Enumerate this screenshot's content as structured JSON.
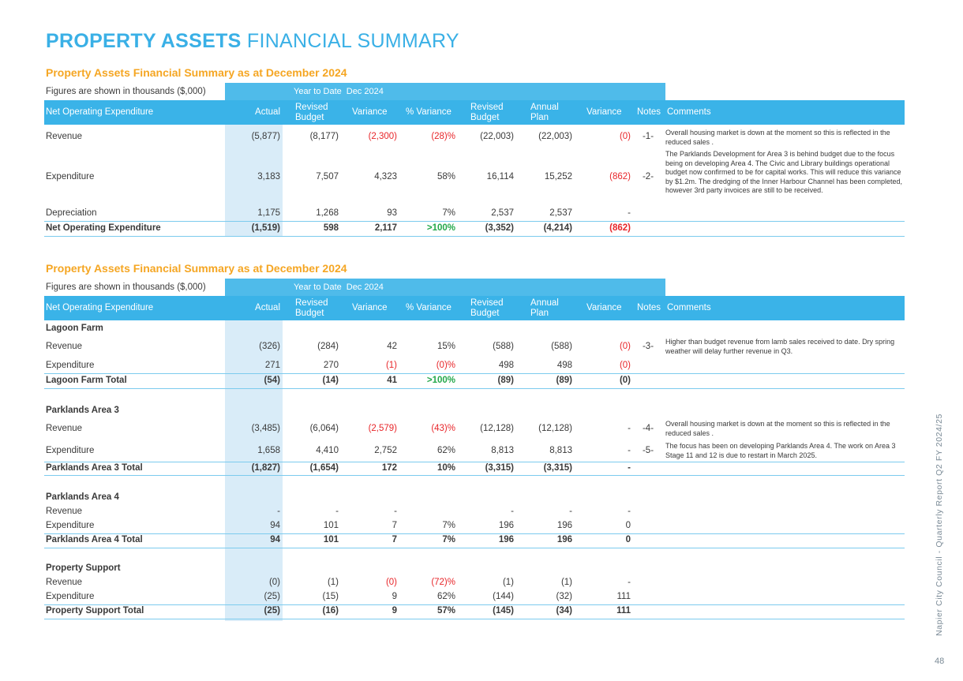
{
  "page": {
    "title_bold": "PROPERTY ASSETS",
    "title_light": " FINANCIAL SUMMARY",
    "side_text": "Napier City Council - Quarterly Report Q2 FY 2024/25",
    "page_number": "48",
    "colors": {
      "accent": "#3ab3e8",
      "orange": "#f5a623",
      "red": "#e8262a",
      "green": "#24a84a"
    }
  },
  "table1": {
    "title": "Property Assets Financial Summary as at December 2024",
    "figures_note": "Figures are shown in thousands ($,000)",
    "ytd_label": "Year to Date",
    "ytd_period": "Dec 2024",
    "headers": {
      "label": "Net Operating Expenditure",
      "actual": "Actual",
      "revised_budget": "Revised Budget",
      "variance": "Variance",
      "pct_variance": "% Variance",
      "revised_budget2": "Revised Budget",
      "annual_plan": "Annual Plan",
      "variance2": "Variance",
      "notes": "Notes",
      "comments": "Comments"
    },
    "rows": [
      {
        "label": "Revenue",
        "actual": "(5,877)",
        "rb": "(8,177)",
        "var": "(2,300)",
        "pct": "(28)%",
        "rb2": "(22,003)",
        "ap": "(22,003)",
        "var2": "(0)",
        "note": "-1-",
        "comment": "Overall housing market is down at the moment so this is reflected in the reduced sales ."
      },
      {
        "label": "Expenditure",
        "actual": "3,183",
        "rb": "7,507",
        "var": "4,323",
        "pct": "58%",
        "rb2": "16,114",
        "ap": "15,252",
        "var2": "(862)",
        "note": "-2-",
        "comment": "The Parklands Development for Area 3 is behind budget due to the focus being on developing Area 4. The Civic and Library buildings operational budget now confirmed to be for capital works. This will reduce this variance by $1.2m. The dredging of the Inner Harbour Channel has been completed, however 3rd party invoices are still to be received."
      },
      {
        "label": "Depreciation",
        "actual": "1,175",
        "rb": "1,268",
        "var": "93",
        "pct": "7%",
        "rb2": "2,537",
        "ap": "2,537",
        "var2": "-",
        "note": "",
        "comment": ""
      },
      {
        "label": "Net Operating Expenditure",
        "actual": "(1,519)",
        "rb": "598",
        "var": "2,117",
        "pct": ">100%",
        "rb2": "(3,352)",
        "ap": "(4,214)",
        "var2": "(862)",
        "note": "",
        "comment": ""
      }
    ]
  },
  "table2": {
    "title": "Property Assets Financial Summary as at December 2024",
    "figures_note": "Figures are shown in thousands ($,000)",
    "ytd_label": "Year to Date",
    "ytd_period": "Dec 2024",
    "headers": {
      "label": "Net Operating Expenditure",
      "actual": "Actual",
      "revised_budget": "Revised Budget",
      "variance": "Variance",
      "pct_variance": "% Variance",
      "revised_budget2": "Revised Budget",
      "annual_plan": "Annual Plan",
      "variance2": "Variance",
      "notes": "Notes",
      "comments": "Comments"
    },
    "groups": [
      {
        "name": "Lagoon Farm",
        "rows": [
          {
            "label": "Revenue",
            "actual": "(326)",
            "rb": "(284)",
            "var": "42",
            "pct": "15%",
            "rb2": "(588)",
            "ap": "(588)",
            "var2": "(0)",
            "note": "-3-",
            "comment": "Higher than budget revenue from lamb sales received to date. Dry spring weather will delay further revenue in Q3."
          },
          {
            "label": "Expenditure",
            "actual": "271",
            "rb": "270",
            "var": "(1)",
            "pct": "(0)%",
            "rb2": "498",
            "ap": "498",
            "var2": "(0)",
            "note": "",
            "comment": ""
          }
        ],
        "total": {
          "label": "Lagoon Farm Total",
          "actual": "(54)",
          "rb": "(14)",
          "var": "41",
          "pct": ">100%",
          "rb2": "(89)",
          "ap": "(89)",
          "var2": "(0)"
        }
      },
      {
        "name": "Parklands Area 3",
        "rows": [
          {
            "label": "Revenue",
            "actual": "(3,485)",
            "rb": "(6,064)",
            "var": "(2,579)",
            "pct": "(43)%",
            "rb2": "(12,128)",
            "ap": "(12,128)",
            "var2": "-",
            "note": "-4-",
            "comment": "Overall housing market is down at the moment so this is reflected in the reduced sales ."
          },
          {
            "label": "Expenditure",
            "actual": "1,658",
            "rb": "4,410",
            "var": "2,752",
            "pct": "62%",
            "rb2": "8,813",
            "ap": "8,813",
            "var2": "-",
            "note": "-5-",
            "comment": "The focus has been on developing Parklands Area 4. The work on Area 3 Stage 11 and 12 is due to restart in March 2025."
          }
        ],
        "total": {
          "label": "Parklands Area 3 Total",
          "actual": "(1,827)",
          "rb": "(1,654)",
          "var": "172",
          "pct": "10%",
          "rb2": "(3,315)",
          "ap": "(3,315)",
          "var2": "-"
        }
      },
      {
        "name": "Parklands Area 4",
        "rows": [
          {
            "label": "Revenue",
            "actual": "-",
            "rb": "-",
            "var": "-",
            "pct": "",
            "rb2": "-",
            "ap": "-",
            "var2": "-",
            "note": "",
            "comment": ""
          },
          {
            "label": "Expenditure",
            "actual": "94",
            "rb": "101",
            "var": "7",
            "pct": "7%",
            "rb2": "196",
            "ap": "196",
            "var2": "0",
            "note": "",
            "comment": ""
          }
        ],
        "total": {
          "label": "Parklands Area 4 Total",
          "actual": "94",
          "rb": "101",
          "var": "7",
          "pct": "7%",
          "rb2": "196",
          "ap": "196",
          "var2": "0"
        }
      },
      {
        "name": "Property Support",
        "rows": [
          {
            "label": "Revenue",
            "actual": "(0)",
            "rb": "(1)",
            "var": "(0)",
            "pct": "(72)%",
            "rb2": "(1)",
            "ap": "(1)",
            "var2": "-",
            "note": "",
            "comment": ""
          },
          {
            "label": "Expenditure",
            "actual": "(25)",
            "rb": "(15)",
            "var": "9",
            "pct": "62%",
            "rb2": "(144)",
            "ap": "(32)",
            "var2": "111",
            "note": "",
            "comment": ""
          }
        ],
        "total": {
          "label": "Property Support Total",
          "actual": "(25)",
          "rb": "(16)",
          "var": "9",
          "pct": "57%",
          "rb2": "(145)",
          "ap": "(34)",
          "var2": "111"
        }
      }
    ]
  }
}
